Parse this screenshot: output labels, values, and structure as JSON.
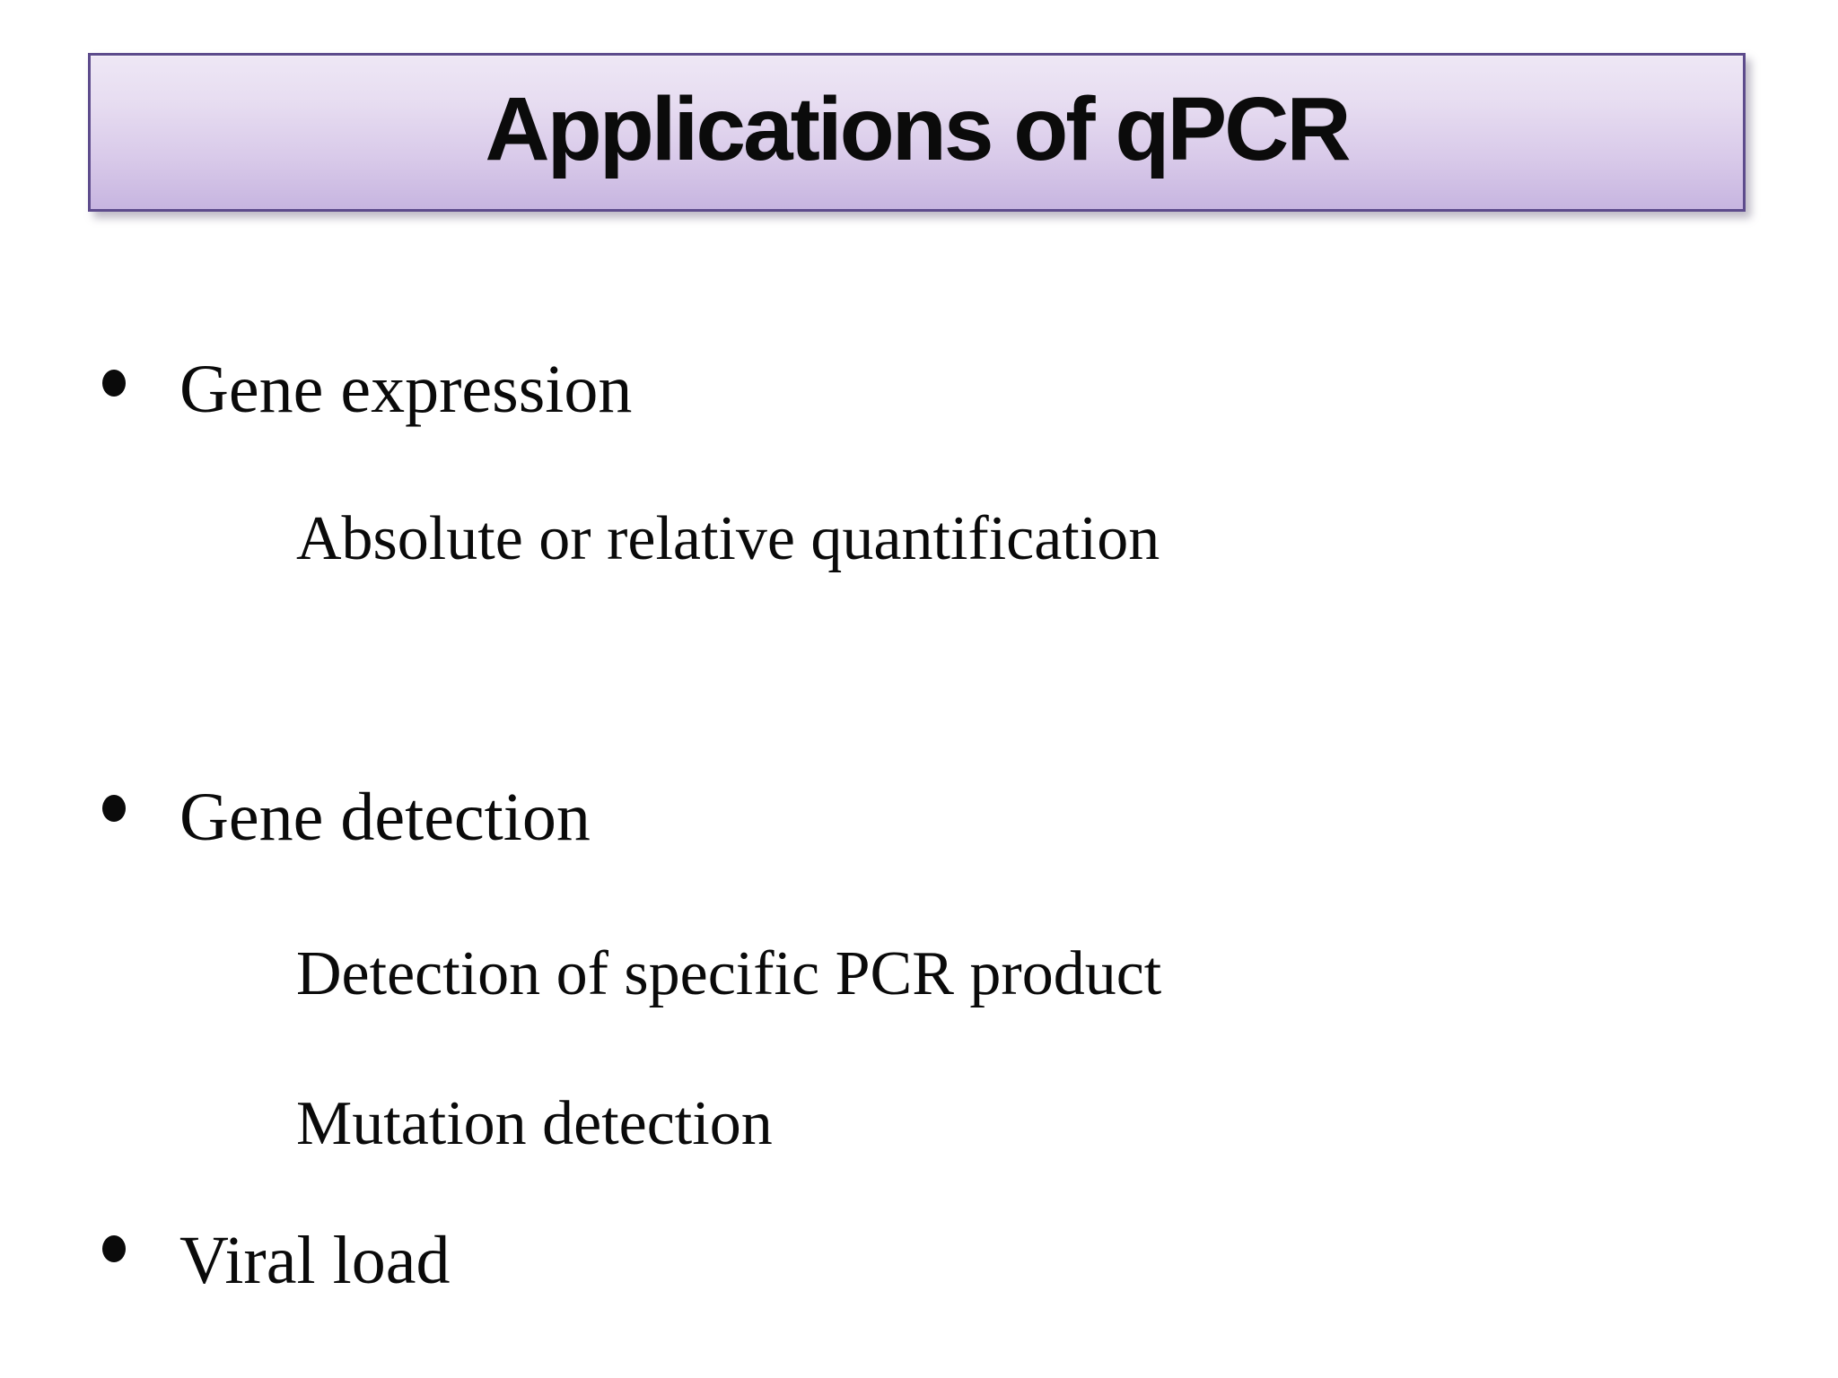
{
  "slide": {
    "title": "Applications of qPCR",
    "bullets": [
      {
        "level": 1,
        "text": "Gene expression"
      },
      {
        "level": 2,
        "text": "Absolute or relative quantification"
      },
      {
        "level": 1,
        "text": "Gene detection"
      },
      {
        "level": 2,
        "text": "Detection of specific PCR product"
      },
      {
        "level": 2,
        "text": "Mutation detection"
      },
      {
        "level": 1,
        "text": "Viral load"
      }
    ],
    "colors": {
      "banner_top": "#eee7f5",
      "banner_bottom": "#c7b5e0",
      "banner_border": "#5d4b8c",
      "text": "#0a0a0a",
      "background": "#ffffff"
    }
  }
}
